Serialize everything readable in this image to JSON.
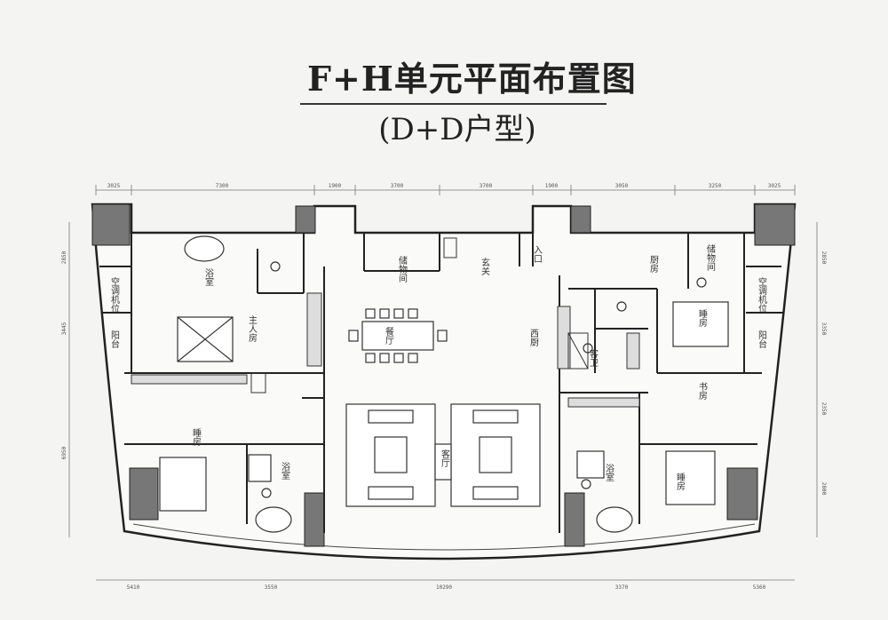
{
  "title": "F+H单元平面布置图",
  "subtitle": "(D+D户型)",
  "rooms": {
    "storage_top": "储物间",
    "foyer": "玄关",
    "entrance": "入口",
    "bath_master": "浴室",
    "master_bedroom": "主人房",
    "ac_left": "空调机位",
    "balcony_left": "阳台",
    "dining": "餐厅",
    "western_kitchen": "西厨",
    "kitchen": "厨房",
    "storage_right": "储物间",
    "ac_right": "空调机位",
    "balcony_right": "阳台",
    "guest_wc": "客卫",
    "bedroom_right": "睡房",
    "study": "书房",
    "bedroom_left": "睡房",
    "bath_left": "浴室",
    "living": "客厅",
    "bath_right": "浴室",
    "bedroom_right2": "睡房"
  },
  "dims_top": [
    "3025",
    "7300",
    "1900",
    "3700",
    "3700",
    "1900",
    "3050",
    "3250",
    "3025"
  ],
  "dims_bottom": [
    "5410",
    "3550",
    "10290",
    "3370",
    "5360"
  ],
  "dims_left": [
    "2850",
    "3445",
    "6950"
  ],
  "dims_right": [
    "2850",
    "3350",
    "2350",
    "2800"
  ]
}
